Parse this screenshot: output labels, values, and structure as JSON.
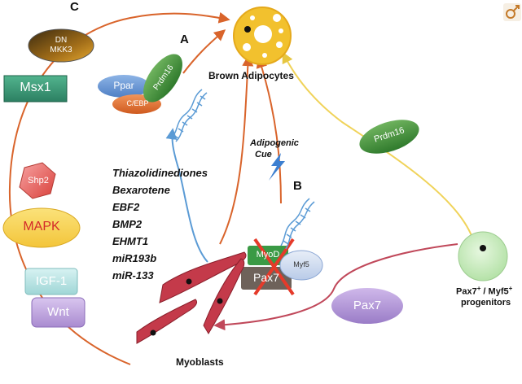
{
  "section_labels": {
    "a": "A",
    "b": "B",
    "c": "C"
  },
  "nodes": {
    "brown_adipocytes": "Brown Adipocytes",
    "myoblasts": "Myoblasts",
    "progenitors_main": "Pax7",
    "progenitors_sup1": "+",
    "progenitors_mid": " / Myf5",
    "progenitors_sup2": "+",
    "progenitors_line2": "progenitors",
    "adipogenic_cue_line1": "Adipogenic",
    "adipogenic_cue_line2": "Cue"
  },
  "complex_a": {
    "ppar": "Ppar",
    "cebp": "C/EBP",
    "prdm16": "Prdm16"
  },
  "complex_b": {
    "myod": "MyoD",
    "myf5": "Myf5",
    "pax7": "Pax7"
  },
  "pathway_c": {
    "dn_mkk3_line1": "DN",
    "dn_mkk3_line2": "MKK3",
    "msx1": "Msx1",
    "shp2": "Shp2",
    "mapk": "MAPK",
    "igf1": "IGF-1",
    "wnt": "Wnt"
  },
  "floating": {
    "prdm16": "Prdm16",
    "pax7": "Pax7"
  },
  "compounds": [
    "Thiazolidinediones",
    "Bexarotene",
    "EBF2",
    "BMP2",
    "EHMT1",
    "miR193b",
    "miR-133"
  ],
  "colors": {
    "arrow_orange": "#d9642b",
    "arrow_blue": "#5b9bd5",
    "arrow_yellow": "#f0d35a",
    "arrow_red": "#c0485a",
    "adipocyte_fill": "#f2c12e",
    "myoblast_fill": "#c43a4a",
    "progenitor_fill": "#c8ecc0",
    "prdm16_green": "#3f8f3a",
    "msx1_teal": "#3c9a78"
  },
  "corner_icon": "male-symbol-icon"
}
